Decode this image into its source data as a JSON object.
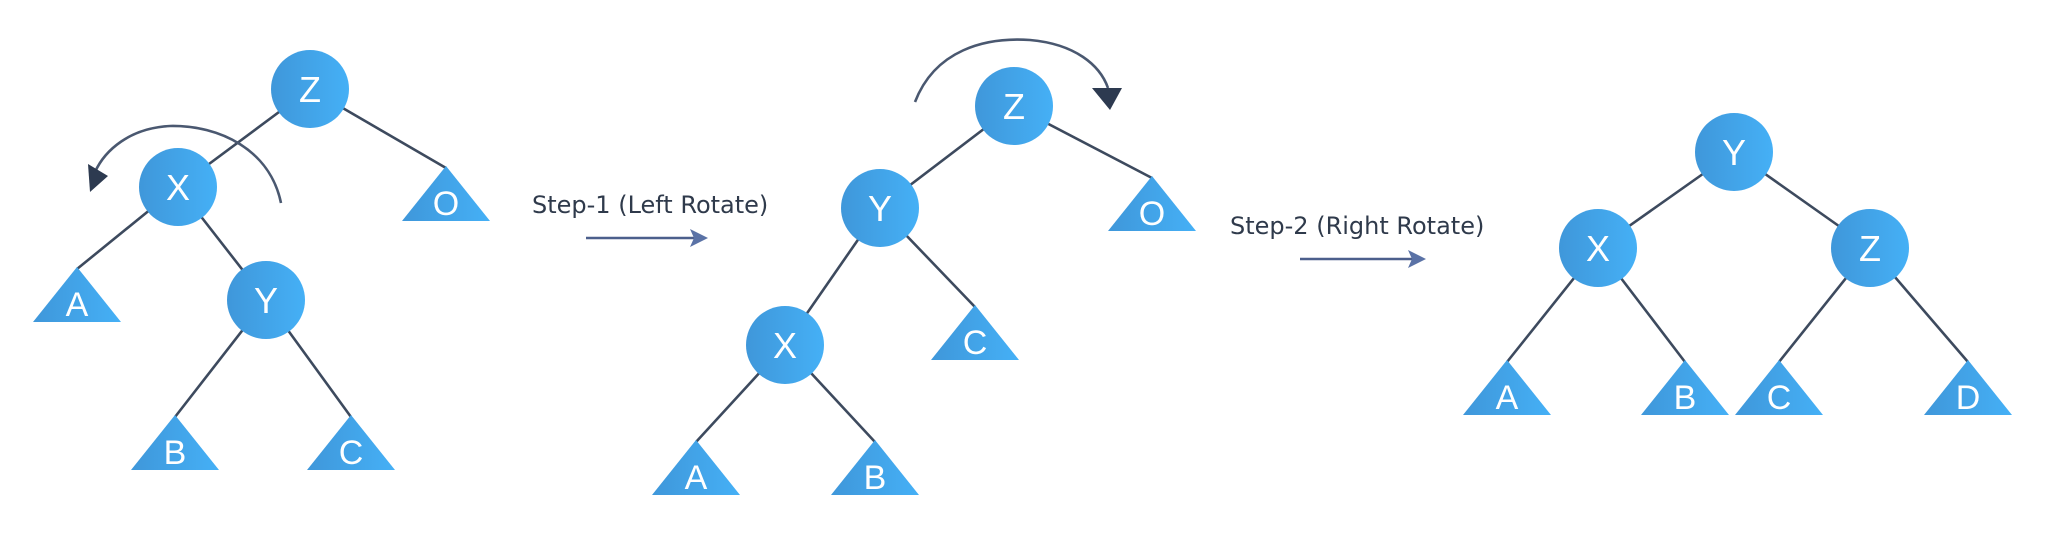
{
  "title": "Left-Right Rotation (LR Rotate) of a tree",
  "colors": {
    "node_fill_start": "#3f97da",
    "node_fill_end": "#45b0f6",
    "edge": "#3d4a5e",
    "text": "#2f3a4b"
  },
  "steps": [
    {
      "label": "Step-1 (Left Rotate)"
    },
    {
      "label": "Step-2 (Right Rotate)"
    }
  ],
  "trees": [
    {
      "name": "initial",
      "nodes": [
        {
          "id": "Z",
          "label": "Z",
          "kind": "node"
        },
        {
          "id": "X",
          "label": "X",
          "kind": "node"
        },
        {
          "id": "Y",
          "label": "Y",
          "kind": "node"
        },
        {
          "id": "O",
          "label": "O",
          "kind": "subtree"
        },
        {
          "id": "A",
          "label": "A",
          "kind": "subtree"
        },
        {
          "id": "B",
          "label": "B",
          "kind": "subtree"
        },
        {
          "id": "C",
          "label": "C",
          "kind": "subtree"
        }
      ],
      "edges": [
        [
          "Z",
          "X"
        ],
        [
          "Z",
          "O"
        ],
        [
          "X",
          "A"
        ],
        [
          "X",
          "Y"
        ],
        [
          "Y",
          "B"
        ],
        [
          "Y",
          "C"
        ]
      ],
      "rotation": "counter-clockwise"
    },
    {
      "name": "after-left-rotate",
      "nodes": [
        {
          "id": "Z",
          "label": "Z",
          "kind": "node"
        },
        {
          "id": "Y",
          "label": "Y",
          "kind": "node"
        },
        {
          "id": "X",
          "label": "X",
          "kind": "node"
        },
        {
          "id": "O",
          "label": "O",
          "kind": "subtree"
        },
        {
          "id": "C",
          "label": "C",
          "kind": "subtree"
        },
        {
          "id": "A",
          "label": "A",
          "kind": "subtree"
        },
        {
          "id": "B",
          "label": "B",
          "kind": "subtree"
        }
      ],
      "edges": [
        [
          "Z",
          "Y"
        ],
        [
          "Z",
          "O"
        ],
        [
          "Y",
          "X"
        ],
        [
          "Y",
          "C"
        ],
        [
          "X",
          "A"
        ],
        [
          "X",
          "B"
        ]
      ],
      "rotation": "clockwise"
    },
    {
      "name": "after-right-rotate",
      "nodes": [
        {
          "id": "Y",
          "label": "Y",
          "kind": "node"
        },
        {
          "id": "X",
          "label": "X",
          "kind": "node"
        },
        {
          "id": "Z",
          "label": "Z",
          "kind": "node"
        },
        {
          "id": "A",
          "label": "A",
          "kind": "subtree"
        },
        {
          "id": "B",
          "label": "B",
          "kind": "subtree"
        },
        {
          "id": "C",
          "label": "C",
          "kind": "subtree"
        },
        {
          "id": "D",
          "label": "D",
          "kind": "subtree"
        }
      ],
      "edges": [
        [
          "Y",
          "X"
        ],
        [
          "Y",
          "Z"
        ],
        [
          "X",
          "A"
        ],
        [
          "X",
          "B"
        ],
        [
          "Z",
          "C"
        ],
        [
          "Z",
          "D"
        ]
      ],
      "rotation": null
    }
  ]
}
